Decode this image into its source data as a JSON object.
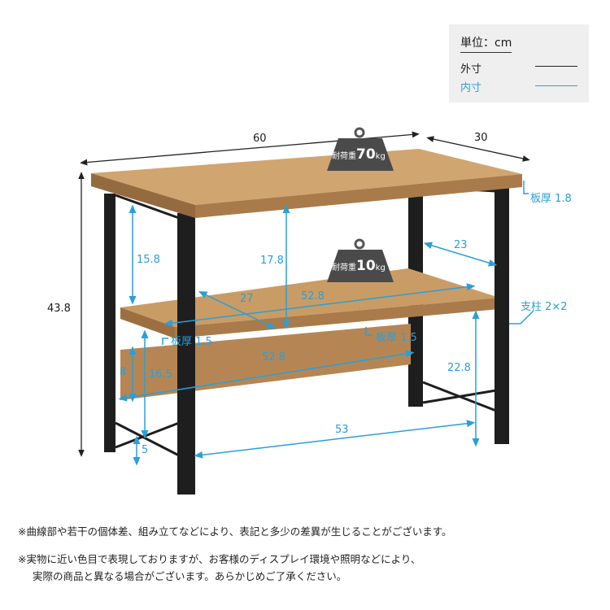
{
  "legend": {
    "unit": "単位：cm",
    "outer": "外寸",
    "inner": "内寸"
  },
  "colors": {
    "outer": "#222222",
    "inner": "#2a9fd8",
    "wood": "#c79a64",
    "frame": "#1e1e1e"
  },
  "dimensions": {
    "width": "60",
    "depth": "30",
    "height": "43.8",
    "top_clearance_left": "15.8",
    "top_clearance_center": "17.8",
    "shelf_depth": "27",
    "shelf_width": "52.8",
    "inner_depth": "23",
    "shelf_height": "22.8",
    "bottom_width": "53",
    "panel_width": "52.8",
    "panel_height": "8",
    "panel_top_height": "16.5",
    "panel_bottom_gap": "5"
  },
  "annotations": {
    "top_thickness": "板厚 1.8",
    "panel_thickness": "板厚 1.5",
    "shelf_thickness": "板厚 1.5",
    "post": "支柱 2×2"
  },
  "load": {
    "top": {
      "label": "耐荷重",
      "value": "70",
      "unit": "kg"
    },
    "shelf": {
      "label": "耐荷重",
      "value": "10",
      "unit": "kg"
    }
  },
  "notes": [
    "※曲線部や若干の個体差、組み立てなどにより、表記と多少の差異が生じることがございます。",
    "※実物に近い色目で表現しておりますが、お客様のディスプレイ環境や照明などにより、",
    "実際の商品と異なる場合がございます。あらかじめご了承ください。"
  ]
}
